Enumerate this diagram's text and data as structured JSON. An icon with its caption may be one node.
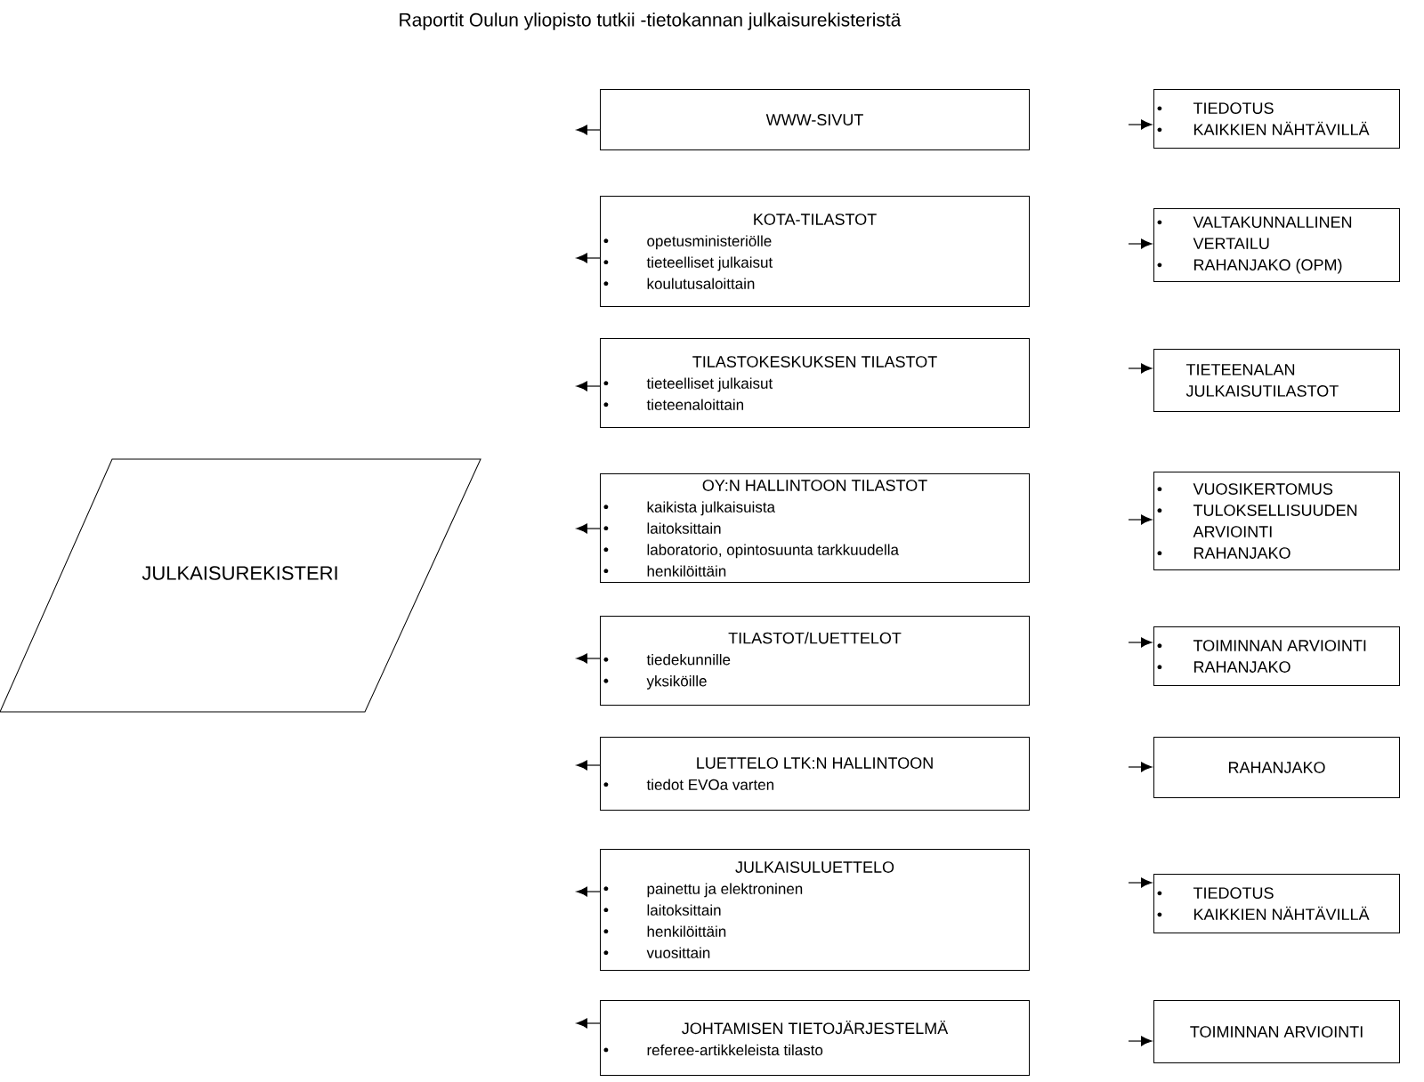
{
  "diagram": {
    "title": "Raportit Oulun yliopisto tutkii -tietokannan julkaisurekisteristä",
    "nodes": [
      {
        "text": [
          "JULKAISUREKISTERI"
        ]
      },
      {
        "text": [
          "WWW-SIVUT"
        ]
      },
      {
        "text": [
          "KOTA-TILASTOT",
          "opetusministeriölle",
          "tieteelliset julkaisut",
          "koulutusaloittain"
        ]
      },
      {
        "text": [
          "TILASTOKESKUKSEN TILASTOT",
          "tieteelliset julkaisut",
          "tieteenaloittain"
        ]
      },
      {
        "text": [
          "OY:N HALLINTOON TILASTOT",
          "kaikista julkaisuista",
          "laitoksittain",
          "laboratorio, opintosuunta tarkkuudella",
          "henkilöittäin"
        ]
      },
      {
        "text": [
          "TILASTOT/LUETTELOT",
          "tiedekunnille",
          "yksiköille"
        ]
      },
      {
        "text": [
          "LUETTELO LTK:N HALLINTOON",
          "tiedot EVOa varten"
        ]
      },
      {
        "text": [
          "JULKAISULUETTELO",
          "painettu ja elektroninen",
          "laitoksittain",
          "henkilöittäin",
          "vuosittain"
        ]
      },
      {
        "text": [
          "JOHTAMISEN TIETOJÄRJESTELMÄ",
          "referee-artikkeleista tilasto"
        ]
      },
      {
        "text": [
          "TIEDOTUS",
          "KAIKKIEN NÄHTÄVILLÄ"
        ]
      },
      {
        "text": [
          "VALTAKUNNALLINEN VERTAILU",
          "RAHANJAKO (OPM)"
        ]
      },
      {
        "text": [
          "TIETEENALAN JULKAISUTILASTOT"
        ]
      },
      {
        "text": [
          "VUOSIKERTOMUS",
          "TULOKSELLISUUDEN ARVIOINTI",
          "RAHANJAKO"
        ]
      },
      {
        "text": [
          "TOIMINNAN ARVIOINTI",
          "RAHANJAKO"
        ]
      },
      {
        "text": [
          "RAHANJAKO"
        ]
      },
      {
        "text": [
          "TIEDOTUS",
          "KAIKKIEN NÄHTÄVILLÄ"
        ]
      },
      {
        "text": [
          "TOIMINNAN ARVIOINTI"
        ]
      }
    ],
    "edges": [
      {
        "from": 1,
        "to": null,
        "arrow": "to"
      },
      {
        "from": 2,
        "to": null,
        "arrow": "to"
      },
      {
        "from": 3,
        "to": null,
        "arrow": "to"
      },
      {
        "from": 4,
        "to": null,
        "arrow": "to"
      },
      {
        "from": 5,
        "to": null,
        "arrow": "to"
      },
      {
        "from": 6,
        "to": null,
        "arrow": "to"
      },
      {
        "from": 7,
        "to": null,
        "arrow": "to"
      },
      {
        "from": 8,
        "to": null,
        "arrow": "to"
      },
      {
        "from": null,
        "to": 9,
        "arrow": "to"
      },
      {
        "from": null,
        "to": 10,
        "arrow": "to"
      },
      {
        "from": null,
        "to": 11,
        "arrow": "to"
      },
      {
        "from": null,
        "to": 12,
        "arrow": "to"
      },
      {
        "from": null,
        "to": 13,
        "arrow": "to"
      },
      {
        "from": null,
        "to": 14,
        "arrow": "to"
      },
      {
        "from": null,
        "to": 15,
        "arrow": "to"
      },
      {
        "from": null,
        "to": 16,
        "arrow": "to"
      }
    ]
  }
}
